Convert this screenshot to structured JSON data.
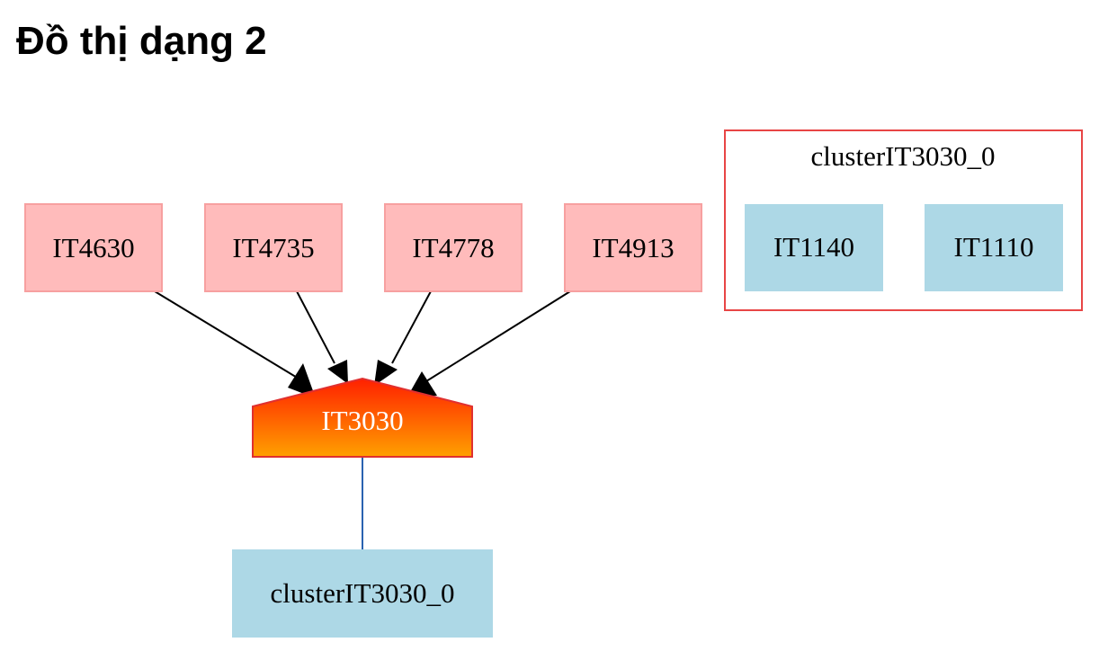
{
  "page": {
    "title": "Đồ thị dạng 2"
  },
  "colors": {
    "prereq_fill": "#ffbbbb",
    "prereq_stroke": "#f7a0a0",
    "cluster_fill": "#add8e6",
    "cluster_frame": "#e84545",
    "main_top": "#ff2000",
    "main_bottom": "#ffa000",
    "main_stroke": "#e03030",
    "edge": "#000000",
    "link_edge": "#2a62b0",
    "main_text": "#ffffff",
    "text": "#000000"
  },
  "diagram": {
    "prerequisites": [
      {
        "id": "IT4630",
        "label": "IT4630"
      },
      {
        "id": "IT4735",
        "label": "IT4735"
      },
      {
        "id": "IT4778",
        "label": "IT4778"
      },
      {
        "id": "IT4913",
        "label": "IT4913"
      }
    ],
    "main_node": {
      "id": "IT3030",
      "label": "IT3030"
    },
    "cluster_node": {
      "id": "clusterIT3030_0",
      "label": "clusterIT3030_0"
    },
    "cluster": {
      "label": "clusterIT3030_0",
      "members": [
        {
          "id": "IT1140",
          "label": "IT1140"
        },
        {
          "id": "IT1110",
          "label": "IT1110"
        }
      ]
    },
    "edges": [
      {
        "from": "IT4630",
        "to": "IT3030",
        "style": "arrow"
      },
      {
        "from": "IT4735",
        "to": "IT3030",
        "style": "arrow"
      },
      {
        "from": "IT4778",
        "to": "IT3030",
        "style": "arrow"
      },
      {
        "from": "IT4913",
        "to": "IT3030",
        "style": "arrow"
      },
      {
        "from": "IT3030",
        "to": "clusterIT3030_0",
        "style": "line"
      }
    ]
  }
}
